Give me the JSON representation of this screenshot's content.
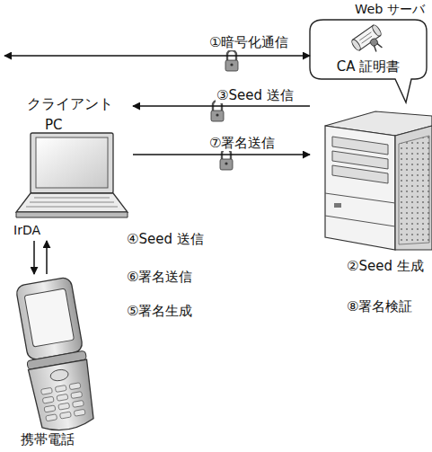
{
  "diagram": {
    "nodes": [
      {
        "text": [
          "Web サーバ"
        ]
      },
      {
        "text": [
          "CA 証明書"
        ]
      },
      {
        "text": [
          "クライアント",
          "PC"
        ]
      },
      {
        "text": [
          "携帯電話"
        ]
      }
    ],
    "edges": [
      {
        "from": 2,
        "to": 0,
        "arrow": "both",
        "label": "①暗号化通信"
      },
      {
        "from": 0,
        "to": 2,
        "arrow": "to",
        "label": "③Seed 送信"
      },
      {
        "from": 2,
        "to": 0,
        "arrow": "to",
        "label": "⑦署名送信"
      },
      {
        "from": 2,
        "to": 3,
        "arrow": "to"
      },
      {
        "from": 3,
        "to": 2,
        "arrow": "to"
      }
    ],
    "labels": [
      "IrDA",
      "④Seed 送信",
      "⑥署名送信",
      "⑤署名生成",
      "②Seed 生成",
      "⑧署名検証"
    ]
  }
}
